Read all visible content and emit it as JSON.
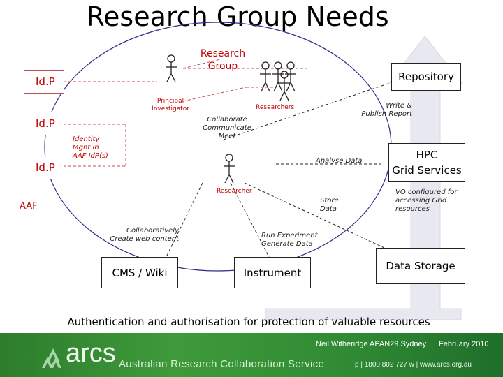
{
  "title": "Research Group Needs",
  "research_group_label": "Research\nGroup",
  "idp_label": "Id.P",
  "aaf_label": "AAF",
  "repository_label": "Repository",
  "hpc_label": "HPC\nGrid Services",
  "data_storage_label": "Data Storage",
  "cms_label": "CMS / Wiki",
  "instrument_label": "Instrument",
  "actors": {
    "principal": "Principal\nInvestigator",
    "researchers": "Researchers",
    "researcher": "Researcher"
  },
  "annotations": {
    "identity": "Identity\nMgnt in\nAAF IdP(s)",
    "collaborate": "Collaborate\nCommunicate\nMeet",
    "write_publish": "Write &\nPublish Report",
    "analyse": "Analyse Data",
    "store": "Store\nData",
    "vo": "VO configured for\naccessing Grid\nresources",
    "collab_web": "Collaboratively\nCreate web content",
    "run_experiment": "Run Experiment\nGenerate Data"
  },
  "bottom_caption": "Authentication and authorisation for protection of valuable resources",
  "footer": {
    "logo_text": "arcs",
    "org_name": "Australian Research Collaboration Service",
    "presenter": "Neil Witheridge  APAN29 Sydney",
    "date": "February 2010",
    "contact": "p | 1800 802 727   w | www.arcs.org.au"
  },
  "colors": {
    "accent_red": "#c00000",
    "footer_green": "#3f9a3a",
    "ellipse_blue": "#2e2e8a",
    "arrow_gray": "#e7e7ee"
  },
  "icons": [
    "stick-figure-icon",
    "arcs-logo-icon"
  ]
}
